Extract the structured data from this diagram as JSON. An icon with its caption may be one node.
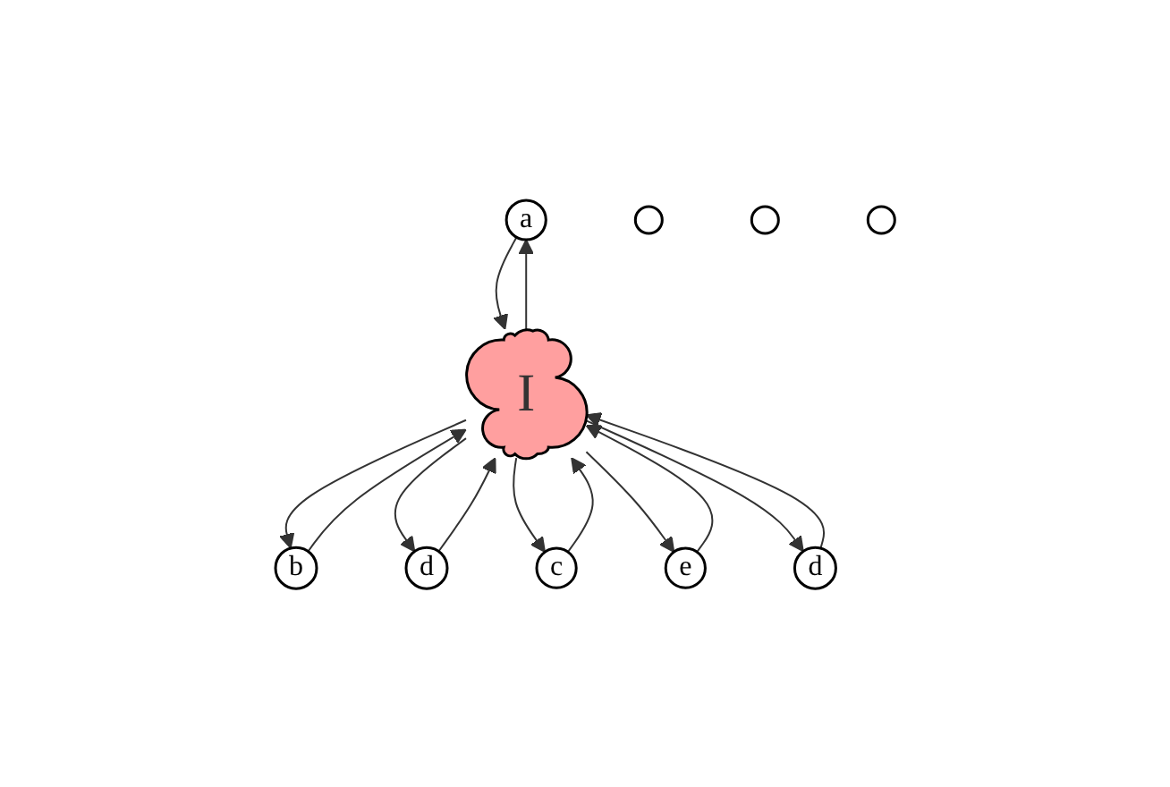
{
  "diagram": {
    "nodes": [
      {
        "text": [
          "a"
        ]
      },
      {
        "text": [
          "b"
        ]
      },
      {
        "text": [
          "d"
        ]
      },
      {
        "text": [
          "I"
        ]
      },
      {
        "text": [
          "c"
        ]
      },
      {
        "text": [
          "e"
        ]
      },
      {
        "text": [
          "d"
        ]
      },
      {
        "text": [],
        "shape": "circle"
      },
      {
        "text": [],
        "shape": "circle"
      },
      {
        "text": [],
        "shape": "circle"
      }
    ],
    "edges": [
      {
        "from": 3,
        "to": 0,
        "arrow": "to"
      },
      {
        "from": 0,
        "to": 3,
        "arrow": "to"
      },
      {
        "from": 3,
        "to": 1,
        "arrow": "to"
      },
      {
        "from": 1,
        "to": 3,
        "arrow": "to"
      },
      {
        "from": 3,
        "to": 2,
        "arrow": "to"
      },
      {
        "from": 2,
        "to": 3,
        "arrow": "to"
      },
      {
        "from": 4,
        "to": 3,
        "arrow": "to"
      },
      {
        "from": 3,
        "to": 4,
        "arrow": "to"
      },
      {
        "from": 5,
        "to": 3,
        "arrow": "to"
      },
      {
        "from": 3,
        "to": 5,
        "arrow": "to"
      },
      {
        "from": 6,
        "to": 3,
        "arrow": "to"
      },
      {
        "from": 3,
        "to": 6,
        "arrow": "to"
      }
    ]
  }
}
